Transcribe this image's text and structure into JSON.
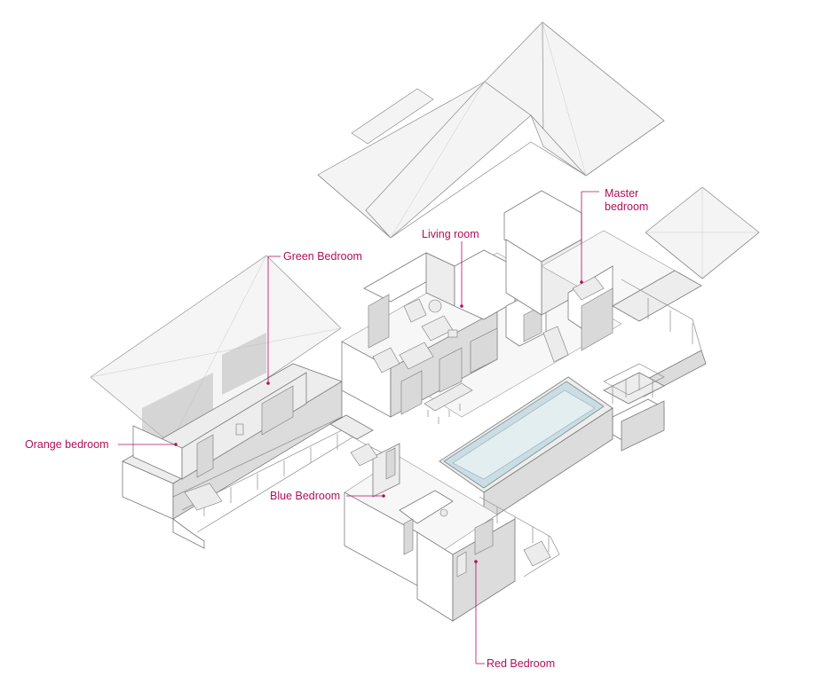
{
  "labels": {
    "living_room": "Living room",
    "master_line1": "Master",
    "master_line2": "bedroom",
    "green_bedroom": "Green Bedroom",
    "orange_bedroom": "Orange bedroom",
    "blue_bedroom": "Blue Bedroom",
    "red_bedroom": "Red Bedroom"
  },
  "colors": {
    "label": "#b0105a",
    "pool_water": "#c9dde3",
    "roof_fill": "#f4f4f4"
  }
}
